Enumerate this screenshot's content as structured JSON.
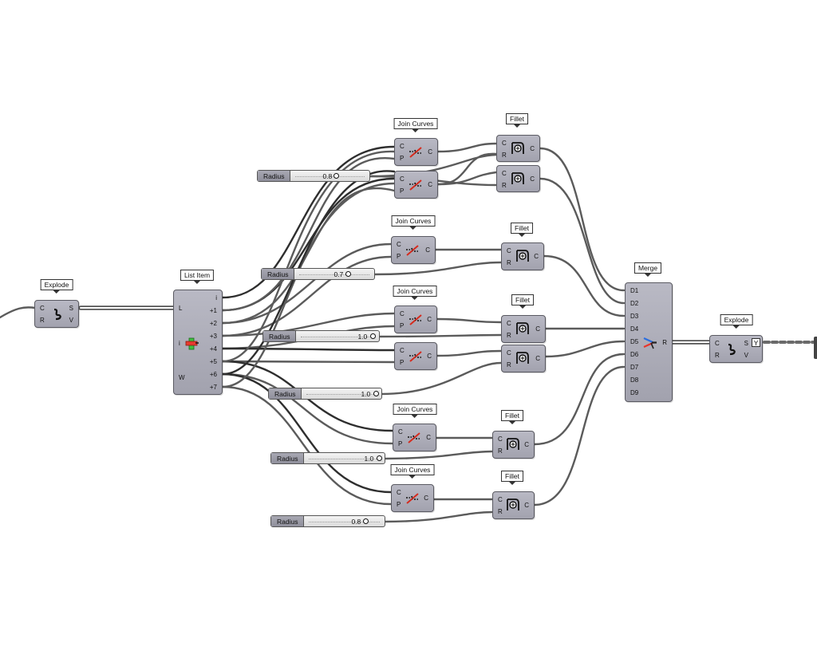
{
  "labels": {
    "explode_left": "Explode",
    "list_item": "List Item",
    "join_1": "Join Curves",
    "join_3": "Join Curves",
    "join_4": "Join Curves",
    "join_6": "Join Curves",
    "join_7": "Join Curves",
    "fillet_1": "Fillet",
    "fillet_3": "Fillet",
    "fillet_4": "Fillet",
    "fillet_6": "Fillet",
    "fillet_7": "Fillet",
    "merge": "Merge",
    "explode_right": "Explode"
  },
  "ports": {
    "C": "C",
    "R": "R",
    "S": "S",
    "V": "V",
    "P": "P",
    "L": "L",
    "i": "i",
    "W": "W",
    "plus1": "+1",
    "plus2": "+2",
    "plus3": "+3",
    "plus4": "+4",
    "plus5": "+5",
    "plus6": "+6",
    "plus7": "+7",
    "D1": "D1",
    "D2": "D2",
    "D3": "D3",
    "D4": "D4",
    "D5": "D5",
    "D6": "D6",
    "D7": "D7",
    "D8": "D8",
    "D9": "D9"
  },
  "sliders": [
    {
      "name": "Radius",
      "value": "0.8"
    },
    {
      "name": "Radius",
      "value": "0.7"
    },
    {
      "name": "Radius",
      "value": "1.0"
    },
    {
      "name": "Radius",
      "value": "1.0"
    },
    {
      "name": "Radius",
      "value": "1.0"
    },
    {
      "name": "Radius",
      "value": "0.8"
    }
  ],
  "toggle": "Y",
  "icons": {
    "explode": "explode-curve-icon",
    "list_item": "list-item-icon",
    "join": "join-curves-icon",
    "fillet": "fillet-icon",
    "merge": "merge-icon"
  }
}
